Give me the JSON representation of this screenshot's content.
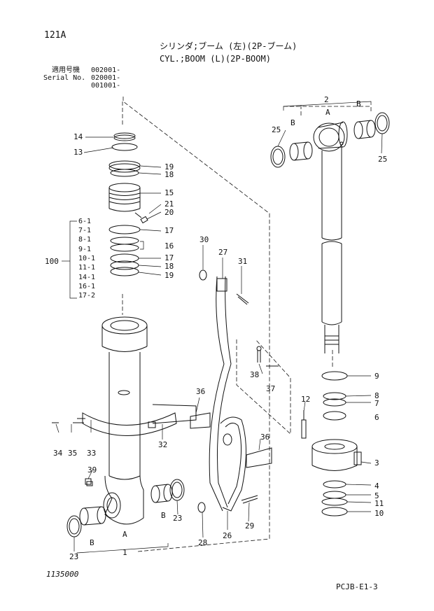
{
  "header": {
    "page_code": "121A",
    "title_jp": "シリンダ;ブーム (左)(2P-ブーム)",
    "title_en": "CYL.;BOOM (L)(2P-BOOM)",
    "applicability_label_jp": "適用号機",
    "serial_label": "Serial No.",
    "serials": [
      "002001-",
      "020001-",
      "001001-"
    ]
  },
  "callouts": {
    "n1": "1",
    "n2": "2",
    "n3": "3",
    "n4": "4",
    "n5": "5",
    "n6": "6",
    "n7": "7",
    "n8": "8",
    "n9": "9",
    "n10": "10",
    "n11": "11",
    "n12": "12",
    "n13": "13",
    "n14": "14",
    "n15": "15",
    "n16": "16",
    "n17a": "17",
    "n17b": "17",
    "n18a": "18",
    "n18b": "18",
    "n19a": "19",
    "n19b": "19",
    "n20": "20",
    "n21": "21",
    "n23a": "23",
    "n23b": "23",
    "n25a": "25",
    "n25b": "25",
    "n26": "26",
    "n27": "27",
    "n28": "28",
    "n29": "29",
    "n30": "30",
    "n31": "31",
    "n32": "32",
    "n33": "33",
    "n34": "34",
    "n35": "35",
    "n36a": "36",
    "n36b": "36",
    "n37": "37",
    "n38": "38",
    "n39": "39"
  },
  "letters": {
    "top_a": "A",
    "top_b_left": "B",
    "top_b_right": "B",
    "bot_a": "A",
    "bot_b_left": "B",
    "bot_b_right": "B"
  },
  "kit": {
    "number": "100",
    "items": [
      "6-1",
      "7-1",
      "8-1",
      "9-1",
      "10-1",
      "11-1",
      "14-1",
      "16-1",
      "17-2"
    ]
  },
  "footer": {
    "drawing_no": "1135000",
    "page_ref": "PCJB-E1-3"
  }
}
